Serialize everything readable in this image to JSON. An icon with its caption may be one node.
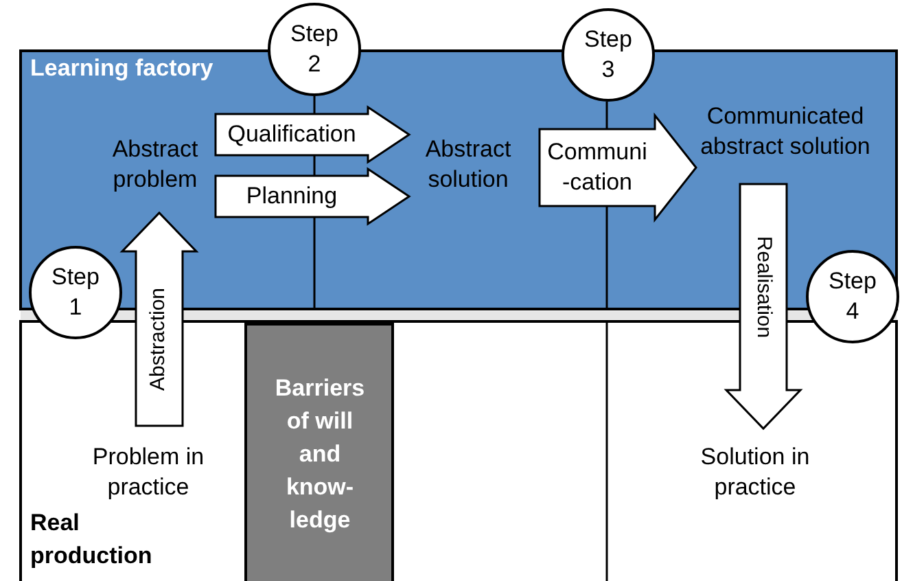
{
  "diagram": {
    "nodes": [
      {
        "text": [
          "Learning factory"
        ]
      },
      {
        "text": [
          "Step 1"
        ]
      },
      {
        "text": [
          "Step 2"
        ]
      },
      {
        "text": [
          "Step 3"
        ]
      },
      {
        "text": [
          "Step 4"
        ]
      },
      {
        "text": [
          "Abstract problem"
        ],
        "in": 0
      },
      {
        "text": [
          "Abstract solution"
        ],
        "in": 0
      },
      {
        "text": [
          "Communicated abstract solution"
        ],
        "in": 0
      },
      {
        "text": [
          "Real production"
        ]
      },
      {
        "text": [
          "Problem in practice"
        ],
        "in": 8
      },
      {
        "text": [
          "Barriers of will and know- ledge"
        ],
        "in": 8
      },
      {
        "text": [
          "Solution in practice"
        ],
        "in": 8
      }
    ],
    "edges": [
      {
        "from": 9,
        "to": 5,
        "arrow": "to",
        "label": "Abstraction"
      },
      {
        "from": 5,
        "to": 6,
        "arrow": "to",
        "label": "Qualification"
      },
      {
        "from": 5,
        "to": 6,
        "arrow": "to",
        "label": "Planning"
      },
      {
        "from": 6,
        "to": 7,
        "arrow": "to",
        "label": "Communi -cation"
      },
      {
        "from": 7,
        "to": 11,
        "arrow": "to",
        "label": "Realisation"
      }
    ]
  }
}
